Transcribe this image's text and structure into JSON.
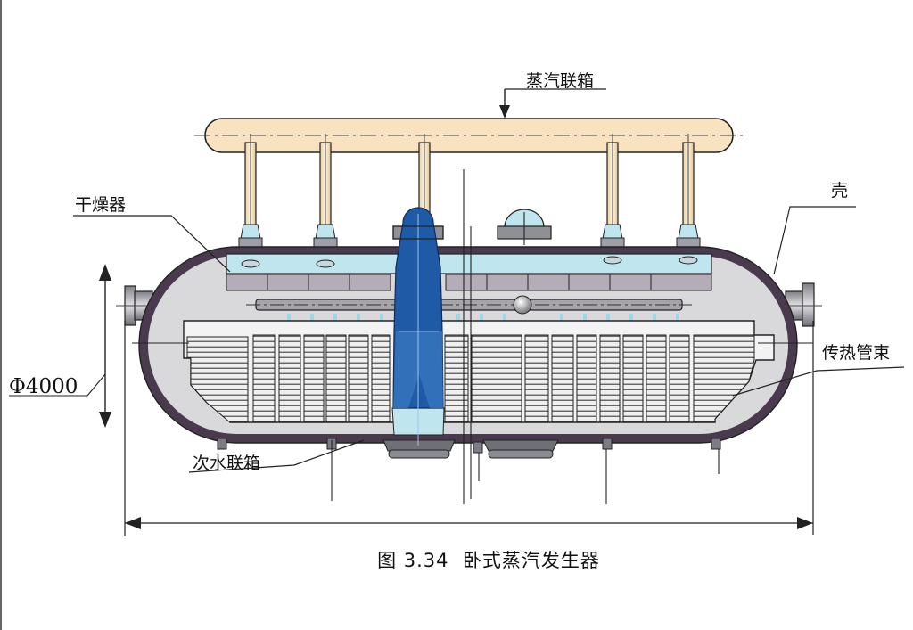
{
  "labels": {
    "steam_header": "蒸汽联箱",
    "dryer": "干燥器",
    "shell": "壳",
    "tube_bundle": "传热管束",
    "secondary_water_header": "次水联箱",
    "diameter": "Φ4000"
  },
  "caption": "图 3.34  卧式蒸汽发生器",
  "colors": {
    "steam_header": "#f8e2bf",
    "dryer": "#bfe6ee",
    "shell_outer": "#4a3a4e",
    "shell_inner": "#d9d9dc",
    "separator": "#b4acb8",
    "tube_bundle": "#e6e6e6",
    "collector": "#1f5aa6",
    "collector_light": "#bfe6ee"
  }
}
